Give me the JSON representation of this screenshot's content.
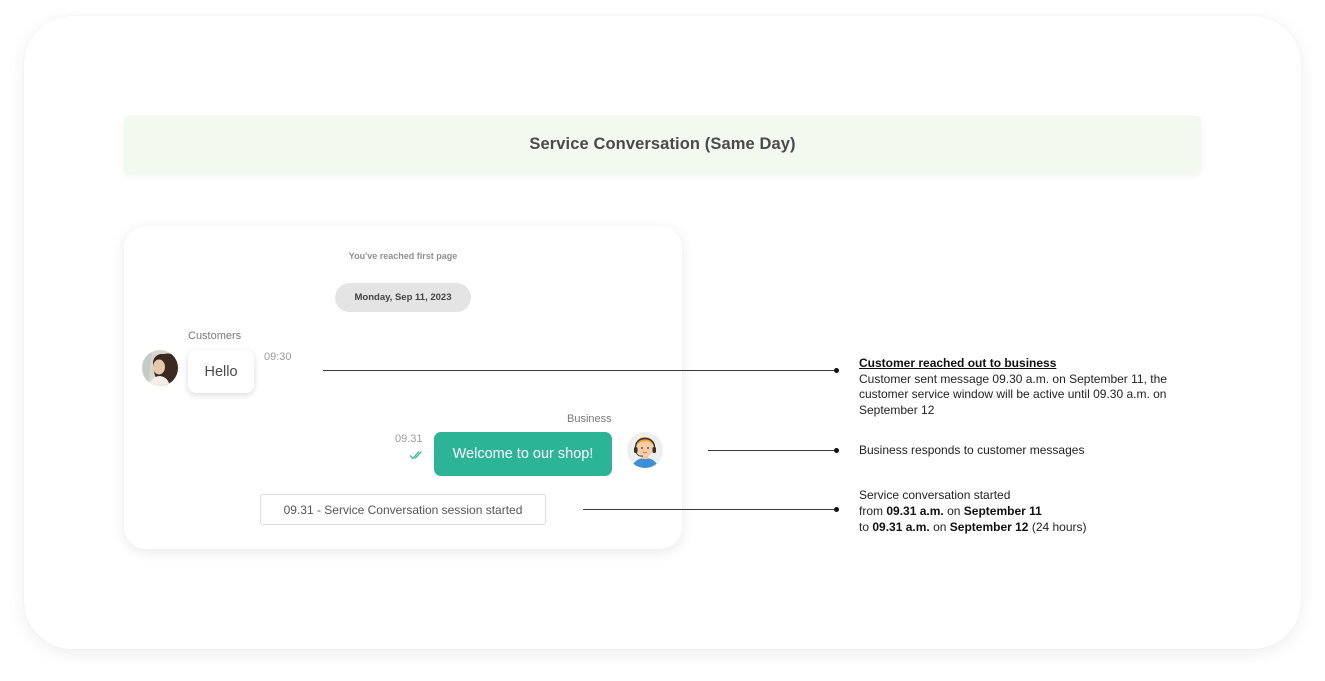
{
  "banner": {
    "title": "Service Conversation (Same Day)"
  },
  "chat": {
    "first_page_notice": "You've reached first page",
    "date": "Monday, Sep 11, 2023",
    "customer": {
      "label": "Customers",
      "message": "Hello",
      "time": "09:30"
    },
    "business": {
      "label": "Business",
      "message": "Welcome to our shop!",
      "time": "09.31",
      "status": "read"
    },
    "session_notice": "09.31 - Service Conversation session started"
  },
  "annotations": {
    "customer": {
      "title": "Customer reached out to business",
      "body": "Customer sent message 09.30 a.m. on September 11, the customer service window will be active until 09.30 a.m. on September 12"
    },
    "business": {
      "body": "Business responds to customer messages"
    },
    "session": {
      "line1": "Service conversation started",
      "from_label": "from",
      "from_time": "09.31 a.m.",
      "on1": "on",
      "from_date": "September 11",
      "to_label": "to",
      "to_time": "09.31 a.m.",
      "on2": "on",
      "to_date": "September 12",
      "duration": "(24 hours)"
    }
  },
  "colors": {
    "accent": "#2bb495",
    "banner_bg": "#f2f9ee",
    "read_check": "#2bb495"
  }
}
